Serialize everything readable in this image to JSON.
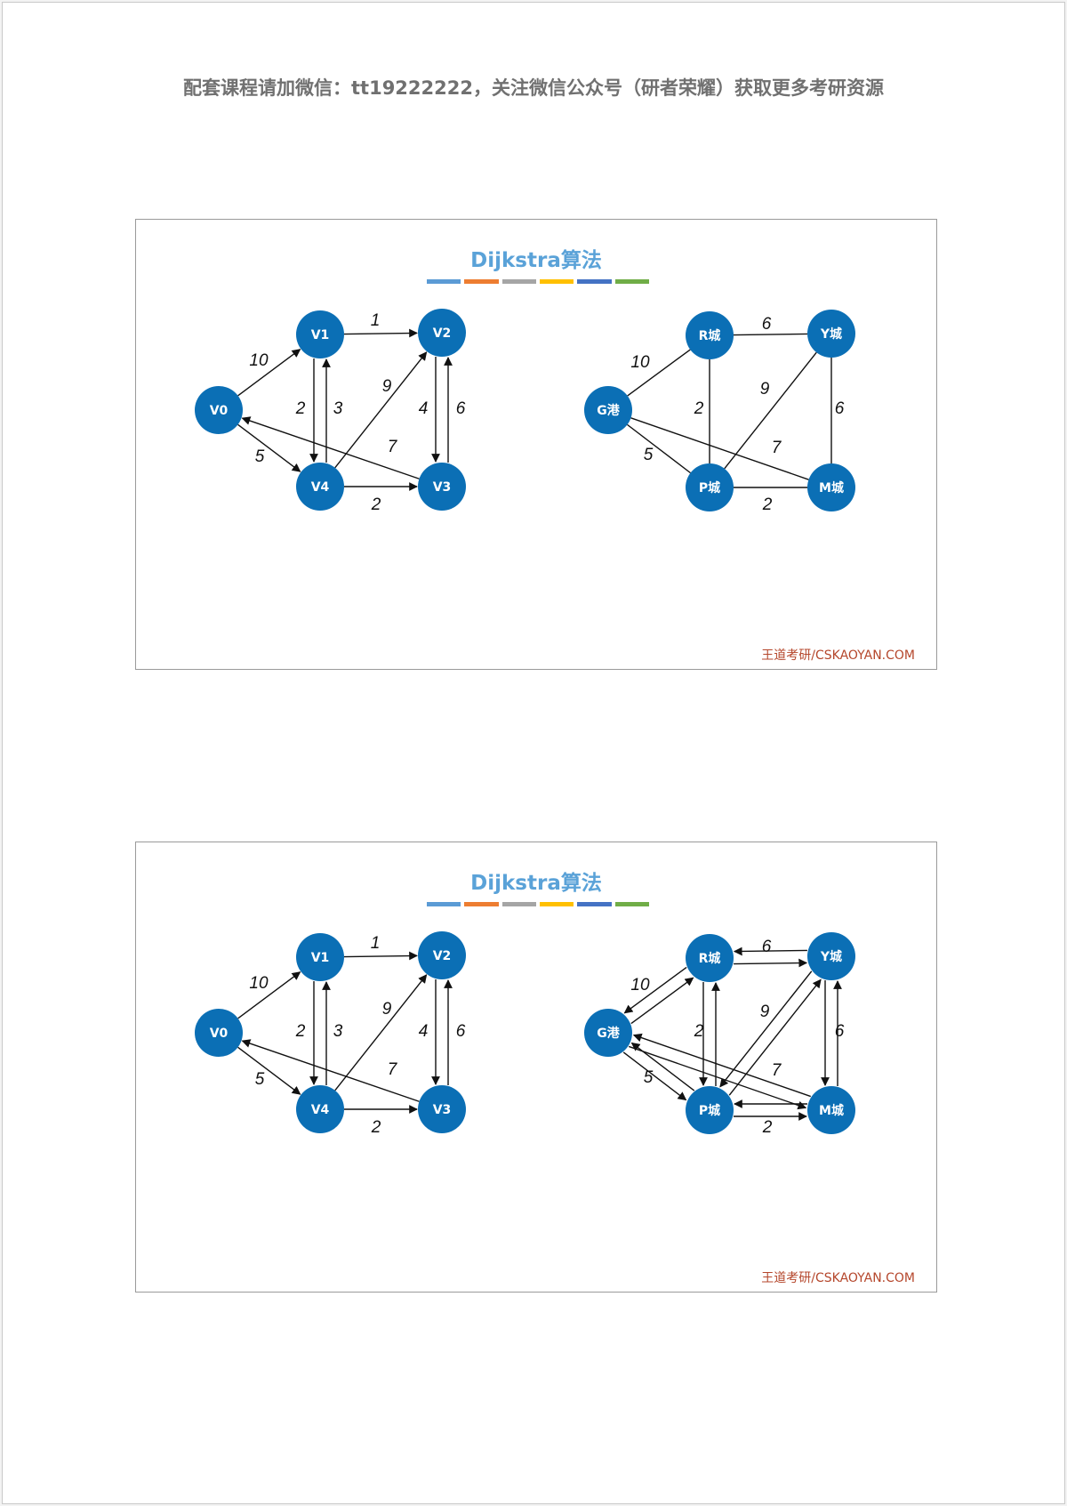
{
  "header": "配套课程请加微信：tt19222222，关注微信公众号（研者荣耀）获取更多考研资源",
  "slides": [
    {
      "title": "Dijkstra算法",
      "footer": "王道考研/CSKAOYAN.COM",
      "bar_colors": [
        "#5b9bd5",
        "#ed7d31",
        "#a5a5a5",
        "#ffc000",
        "#4472c4",
        "#70ad47"
      ],
      "graphs": [
        {
          "id": "s1-left",
          "directed": true,
          "nodes": [
            {
              "id": "V0",
              "label": "V0"
            },
            {
              "id": "V1",
              "label": "V1"
            },
            {
              "id": "V2",
              "label": "V2"
            },
            {
              "id": "V3",
              "label": "V3"
            },
            {
              "id": "V4",
              "label": "V4"
            }
          ],
          "edges": [
            {
              "from": "V0",
              "to": "V1",
              "w": "10"
            },
            {
              "from": "V1",
              "to": "V2",
              "w": "1"
            },
            {
              "from": "V1",
              "to": "V4",
              "w": "2"
            },
            {
              "from": "V4",
              "to": "V1",
              "w": "3"
            },
            {
              "from": "V4",
              "to": "V2",
              "w": "9"
            },
            {
              "from": "V2",
              "to": "V3",
              "w": "4"
            },
            {
              "from": "V3",
              "to": "V2",
              "w": "6"
            },
            {
              "from": "V0",
              "to": "V4",
              "w": "5"
            },
            {
              "from": "V3",
              "to": "V0",
              "w": "7"
            },
            {
              "from": "V4",
              "to": "V3",
              "w": "2"
            }
          ]
        },
        {
          "id": "s1-right",
          "directed": false,
          "nodes": [
            {
              "id": "G",
              "label": "G港"
            },
            {
              "id": "R",
              "label": "R城"
            },
            {
              "id": "Y",
              "label": "Y城"
            },
            {
              "id": "P",
              "label": "P城"
            },
            {
              "id": "M",
              "label": "M城"
            }
          ],
          "edges": [
            {
              "from": "G",
              "to": "R",
              "w": "10"
            },
            {
              "from": "R",
              "to": "Y",
              "w": "6"
            },
            {
              "from": "R",
              "to": "P",
              "w": "2"
            },
            {
              "from": "P",
              "to": "Y",
              "w": "9"
            },
            {
              "from": "Y",
              "to": "M",
              "w": "6"
            },
            {
              "from": "G",
              "to": "M",
              "w": "7"
            },
            {
              "from": "G",
              "to": "P",
              "w": "5"
            },
            {
              "from": "P",
              "to": "M",
              "w": "2"
            }
          ]
        }
      ]
    },
    {
      "title": "Dijkstra算法",
      "footer": "王道考研/CSKAOYAN.COM",
      "bar_colors": [
        "#5b9bd5",
        "#ed7d31",
        "#a5a5a5",
        "#ffc000",
        "#4472c4",
        "#70ad47"
      ],
      "graphs": [
        {
          "id": "s2-left",
          "directed": true,
          "nodes": [
            {
              "id": "V0",
              "label": "V0"
            },
            {
              "id": "V1",
              "label": "V1"
            },
            {
              "id": "V2",
              "label": "V2"
            },
            {
              "id": "V3",
              "label": "V3"
            },
            {
              "id": "V4",
              "label": "V4"
            }
          ],
          "edges": [
            {
              "from": "V0",
              "to": "V1",
              "w": "10"
            },
            {
              "from": "V1",
              "to": "V2",
              "w": "1"
            },
            {
              "from": "V1",
              "to": "V4",
              "w": "2"
            },
            {
              "from": "V4",
              "to": "V1",
              "w": "3"
            },
            {
              "from": "V4",
              "to": "V2",
              "w": "9"
            },
            {
              "from": "V2",
              "to": "V3",
              "w": "4"
            },
            {
              "from": "V3",
              "to": "V2",
              "w": "6"
            },
            {
              "from": "V0",
              "to": "V4",
              "w": "5"
            },
            {
              "from": "V3",
              "to": "V0",
              "w": "7"
            },
            {
              "from": "V4",
              "to": "V3",
              "w": "2"
            }
          ]
        },
        {
          "id": "s2-right",
          "directed": true,
          "nodes": [
            {
              "id": "G",
              "label": "G港"
            },
            {
              "id": "R",
              "label": "R城"
            },
            {
              "id": "Y",
              "label": "Y城"
            },
            {
              "id": "P",
              "label": "P城"
            },
            {
              "id": "M",
              "label": "M城"
            }
          ],
          "edges": [
            {
              "from": "G",
              "to": "R",
              "w": "10"
            },
            {
              "from": "R",
              "to": "G",
              "w": ""
            },
            {
              "from": "R",
              "to": "Y",
              "w": "6"
            },
            {
              "from": "Y",
              "to": "R",
              "w": ""
            },
            {
              "from": "R",
              "to": "P",
              "w": "2"
            },
            {
              "from": "P",
              "to": "R",
              "w": ""
            },
            {
              "from": "P",
              "to": "Y",
              "w": "9"
            },
            {
              "from": "Y",
              "to": "P",
              "w": ""
            },
            {
              "from": "Y",
              "to": "M",
              "w": "6"
            },
            {
              "from": "M",
              "to": "Y",
              "w": ""
            },
            {
              "from": "G",
              "to": "M",
              "w": "7"
            },
            {
              "from": "M",
              "to": "G",
              "w": ""
            },
            {
              "from": "G",
              "to": "P",
              "w": "5"
            },
            {
              "from": "P",
              "to": "G",
              "w": ""
            },
            {
              "from": "P",
              "to": "M",
              "w": "2"
            },
            {
              "from": "M",
              "to": "P",
              "w": ""
            }
          ]
        }
      ]
    }
  ]
}
